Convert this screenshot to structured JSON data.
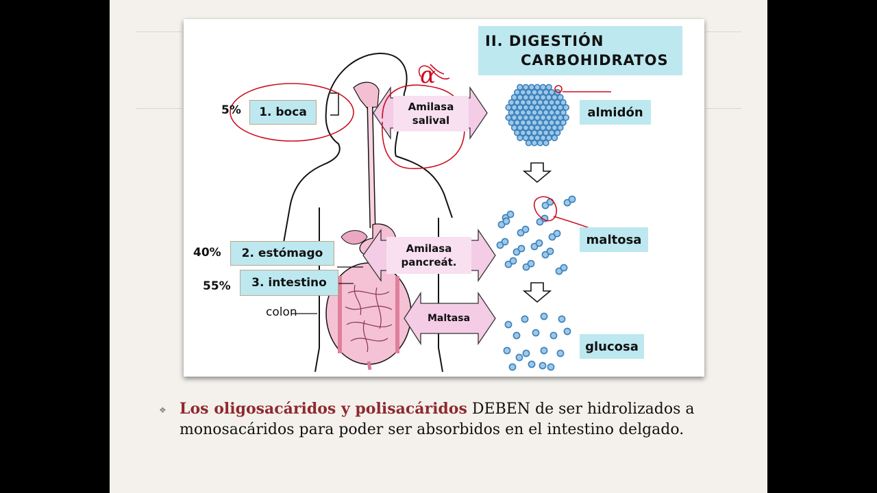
{
  "diagram": {
    "title_line1": "II. DIGESTIÓN",
    "title_line2": "CARBOHIDRATOS",
    "organs": [
      {
        "percent": "5%",
        "label": "1. boca"
      },
      {
        "percent": "40%",
        "label": "2. estómago"
      },
      {
        "percent": "55%",
        "label": "3. intestino"
      }
    ],
    "colon_label": "colon",
    "enzymes": [
      {
        "line1": "Amilasa",
        "line2": "salival"
      },
      {
        "line1": "Amilasa",
        "line2": "pancreát."
      },
      {
        "line1": "Maltasa",
        "line2": ""
      }
    ],
    "products": [
      "almidón",
      "maltosa",
      "glucosa"
    ],
    "annotation_symbol": "α"
  },
  "caption": {
    "highlight": "Los oligosacáridos y polisacáridos",
    "rest": " DEBEN de ser hidrolizados a monosacáridos para poder ser absorbidos en el intestino delgado."
  },
  "colors": {
    "label_box": "#bde8f0",
    "enzyme_box": "#f8e0f0",
    "arrow_fill": "#f4cce6",
    "ink_red": "#cc0d1e",
    "molecule_blue": "#3b7fb8",
    "highlight_text": "#8e2a2f"
  }
}
